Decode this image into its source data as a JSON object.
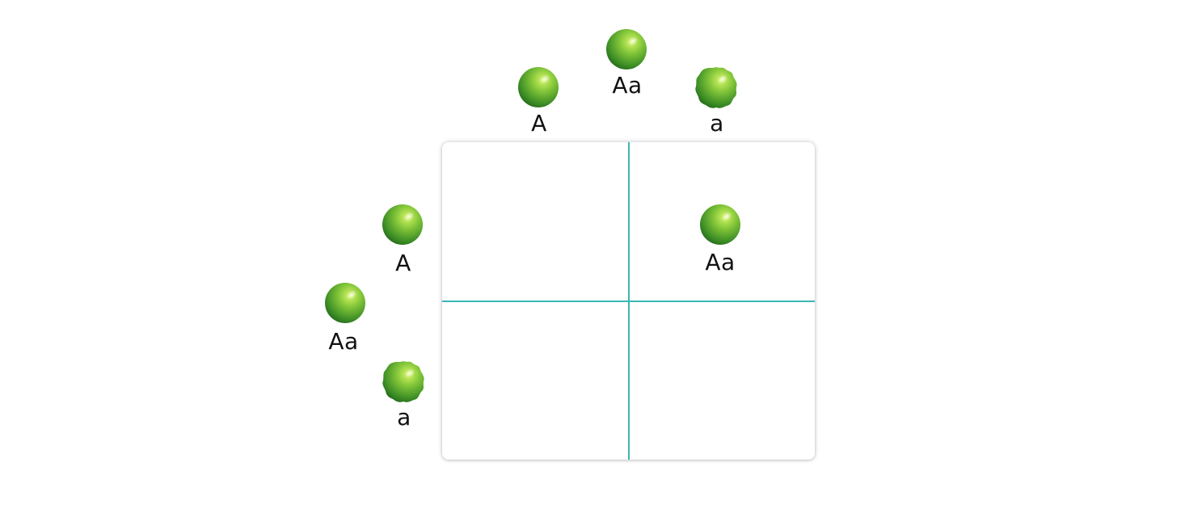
{
  "parent_top": {
    "genotype": "Aa",
    "pea_icon": "smooth-pea-icon"
  },
  "top_alleles": [
    {
      "label": "A",
      "pea_icon": "smooth-pea-icon"
    },
    {
      "label": "a",
      "pea_icon": "wrinkled-pea-icon"
    }
  ],
  "parent_left": {
    "genotype": "Aa",
    "pea_icon": "smooth-pea-icon"
  },
  "left_alleles": [
    {
      "label": "A",
      "pea_icon": "smooth-pea-icon"
    },
    {
      "label": "a",
      "pea_icon": "wrinkled-pea-icon"
    }
  ],
  "punnett_grid": {
    "cells": [
      {
        "genotype": ""
      },
      {
        "genotype": "Aa",
        "pea_icon": "smooth-pea-icon"
      },
      {
        "genotype": ""
      },
      {
        "genotype": ""
      }
    ],
    "grid_line_color": "#3ab7b4"
  },
  "colors": {
    "pea_light": "#c6ec5a",
    "pea_mid": "#5fae2c",
    "pea_dark": "#1f6a1c"
  }
}
